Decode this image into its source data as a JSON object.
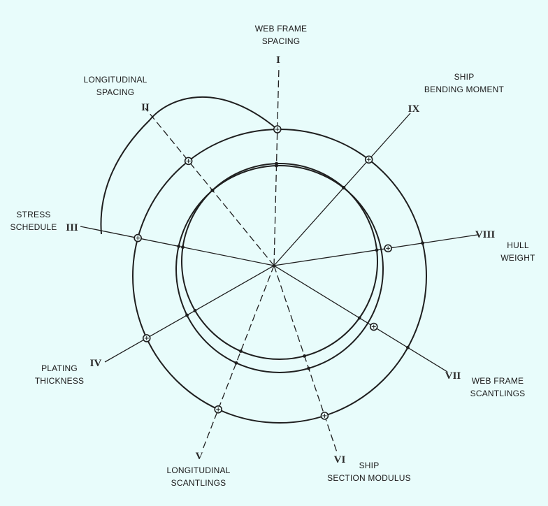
{
  "colors": {
    "background": "#e8fcfb",
    "ink": "#1f1f1f"
  },
  "axes": [
    {
      "numeral": "I",
      "label_lines": [
        "WEB FRAME",
        "SPACING"
      ]
    },
    {
      "numeral": "II",
      "label_lines": [
        "LONGITUDINAL",
        "SPACING"
      ]
    },
    {
      "numeral": "III",
      "label_lines": [
        "STRESS",
        "SCHEDULE"
      ]
    },
    {
      "numeral": "IV",
      "label_lines": [
        "PLATING",
        "THICKNESS"
      ]
    },
    {
      "numeral": "V",
      "label_lines": [
        "LONGITUDINAL",
        "SCANTLINGS"
      ]
    },
    {
      "numeral": "VI",
      "label_lines": [
        "SHIP",
        "SECTION MODULUS"
      ]
    },
    {
      "numeral": "VII",
      "label_lines": [
        "WEB FRAME",
        "SCANTLINGS"
      ]
    },
    {
      "numeral": "VIII",
      "label_lines": [
        "HULL",
        "WEIGHT"
      ]
    },
    {
      "numeral": "IX",
      "label_lines": [
        "SHIP",
        "BENDING MOMENT"
      ]
    }
  ]
}
